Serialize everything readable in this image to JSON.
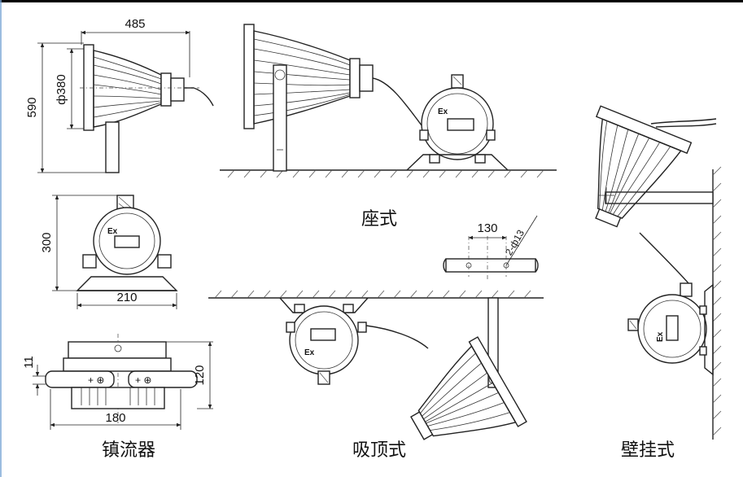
{
  "dimensions": {
    "lamp_width": "485",
    "lamp_height": "590",
    "lamp_diameter": "ф380",
    "ballast_height": "300",
    "ballast_base_width": "210",
    "ballast_body_length": "180",
    "ballast_body_height": "120",
    "ballast_flange": "11",
    "bracket_hole_spacing": "130",
    "bracket_holes": "2-ф13"
  },
  "ex_mark": "Ex",
  "captions": {
    "ballast": "镇流器",
    "seat": "座式",
    "ceiling": "吸顶式",
    "wall": "壁挂式"
  }
}
